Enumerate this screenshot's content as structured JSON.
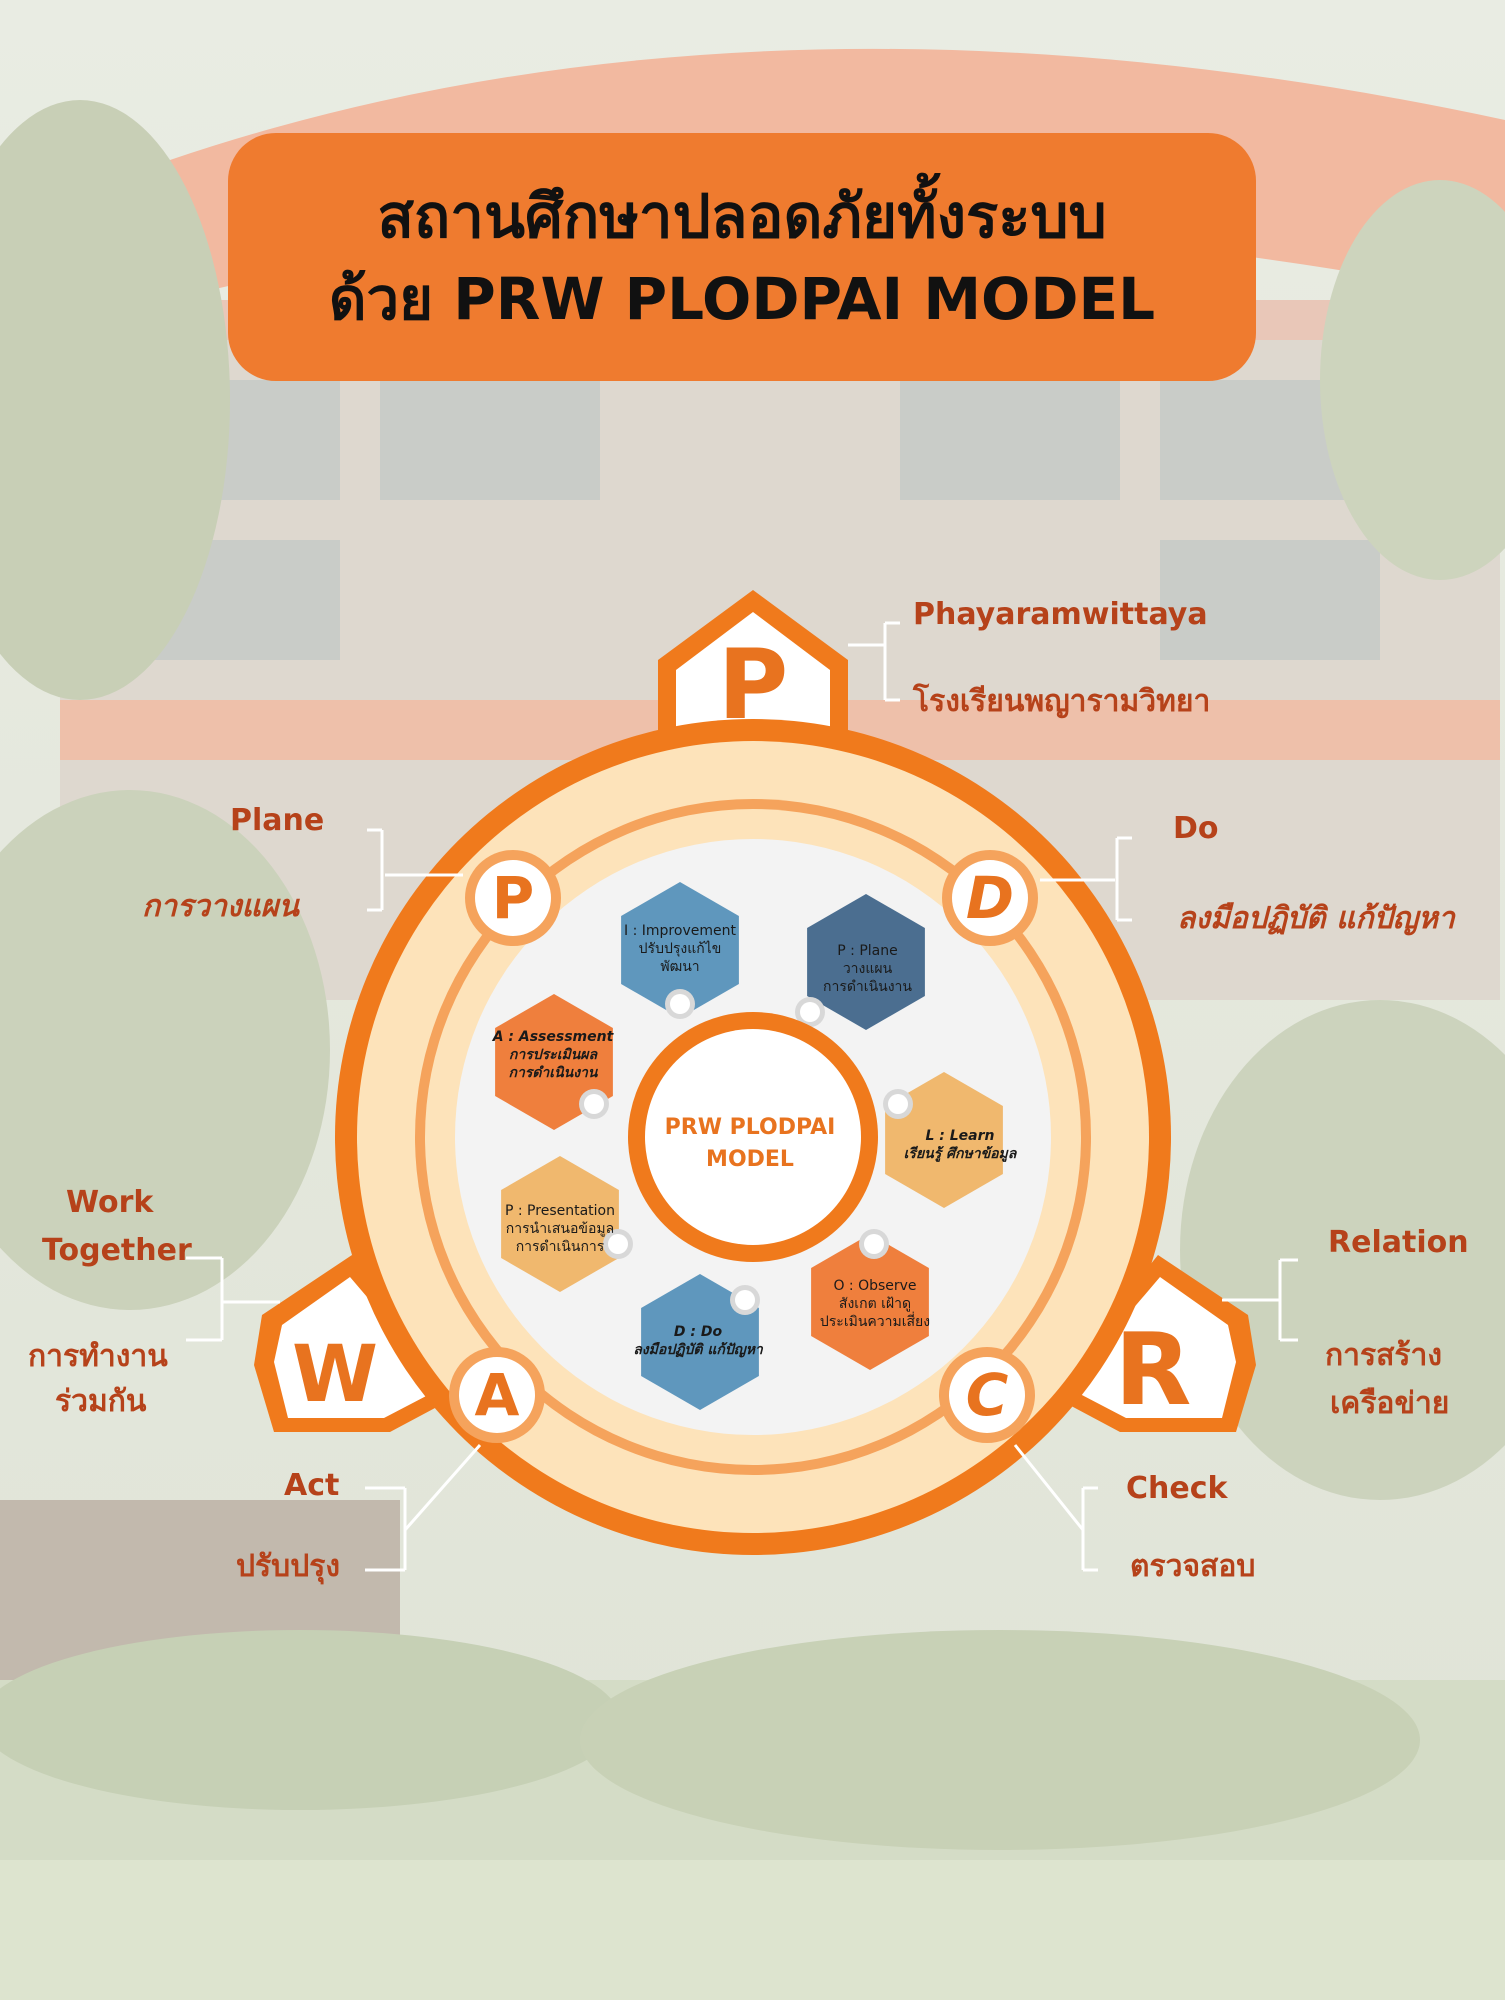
{
  "title": {
    "line1": "สถานศึกษาปลอดภัยทั้งระบบ",
    "line2": "ด้วย PRW PLODPAI MODEL"
  },
  "center": {
    "line1": "PRW PLODPAI",
    "line2": "MODEL"
  },
  "outer_letters": {
    "top": "P",
    "left": "W",
    "right": "R"
  },
  "ring_letters": {
    "p": "P",
    "d": "D",
    "c": "C",
    "a": "A"
  },
  "labels": {
    "top_en": "Phayaramwittaya",
    "top_th": "โรงเรียนพญารามวิทยา",
    "plane_en": "Plane",
    "plane_th": "การวางแผน",
    "do_en": "Do",
    "do_th": "ลงมือปฏิบัติ แก้ปัญหา",
    "work_en1": "Work",
    "work_en2": "Together",
    "work_th1": "การทำงาน",
    "work_th2": "ร่วมกัน",
    "relation_en": "Relation",
    "relation_th1": "การสร้าง",
    "relation_th2": "เครือข่าย",
    "act_en": "Act",
    "act_th": "ปรับปรุง",
    "check_en": "Check",
    "check_th": "ตรวจสอบ"
  },
  "hexagons": [
    {
      "l1": "I : Improvement",
      "l2": "ปรับปรุงแก้ไข",
      "l3": "พัฒนา"
    },
    {
      "l1": "P : Plane",
      "l2": "วางแผน",
      "l3": "การดำเนินงาน"
    },
    {
      "l1": "L : Learn",
      "l2": "เรียนรู้ ศึกษาข้อมูล",
      "l3": ""
    },
    {
      "l1": "O : Observe",
      "l2": "สังเกต เฝ้าดู",
      "l3": "ประเมินความเสี่ยง"
    },
    {
      "l1": "D : Do",
      "l2": "ลงมือปฏิบัติ แก้ปัญหา",
      "l3": ""
    },
    {
      "l1": "P : Presentation",
      "l2": "การนำเสนอข้อมูล",
      "l3": "การดำเนินการ"
    },
    {
      "l1": "A : Assessment",
      "l2": "การประเมินผล",
      "l3": "การดำเนินงาน"
    }
  ],
  "colors": {
    "orange": "#f07a1c",
    "light_orange": "#f5a35c",
    "cream": "#fde3ba",
    "title_bg": "#ef7b2f",
    "label_red": "#b6421a",
    "hex_blue": "#5f97bd",
    "hex_navy": "#4b6e90",
    "hex_sand": "#f0b86e",
    "hex_deep_orange": "#ef7f3d"
  }
}
